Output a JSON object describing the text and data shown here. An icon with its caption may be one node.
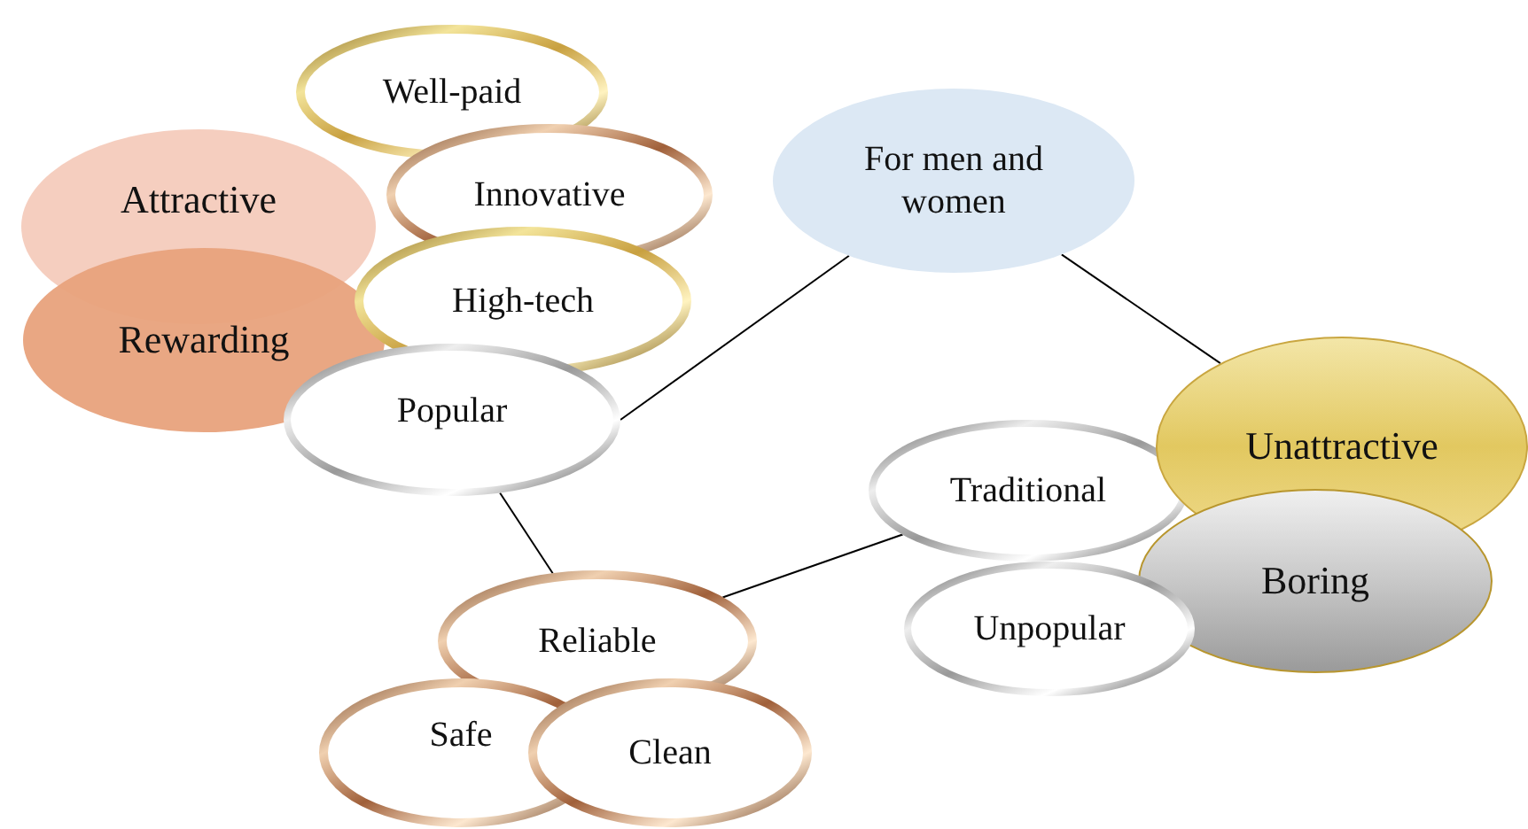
{
  "diagram": {
    "nodes": [
      {
        "text": [
          "Well-paid"
        ]
      },
      {
        "text": [
          "Innovative"
        ]
      },
      {
        "text": [
          "Attractive"
        ]
      },
      {
        "text": [
          "Rewarding"
        ]
      },
      {
        "text": [
          "High-tech"
        ]
      },
      {
        "text": [
          "Popular"
        ]
      },
      {
        "text": [
          "For men and women"
        ]
      },
      {
        "text": [
          "Traditional"
        ]
      },
      {
        "text": [
          "Unattractive"
        ]
      },
      {
        "text": [
          "Boring"
        ]
      },
      {
        "text": [
          "Unpopular"
        ]
      },
      {
        "text": [
          "Reliable"
        ]
      },
      {
        "text": [
          "Safe"
        ]
      },
      {
        "text": [
          "Clean"
        ]
      }
    ],
    "edges": [
      {
        "from": 5,
        "to": 6,
        "arrow": "none"
      },
      {
        "from": 6,
        "to": 8,
        "arrow": "none"
      },
      {
        "from": 5,
        "to": 11,
        "arrow": "none"
      },
      {
        "from": 11,
        "to": 7,
        "arrow": "none"
      }
    ]
  }
}
